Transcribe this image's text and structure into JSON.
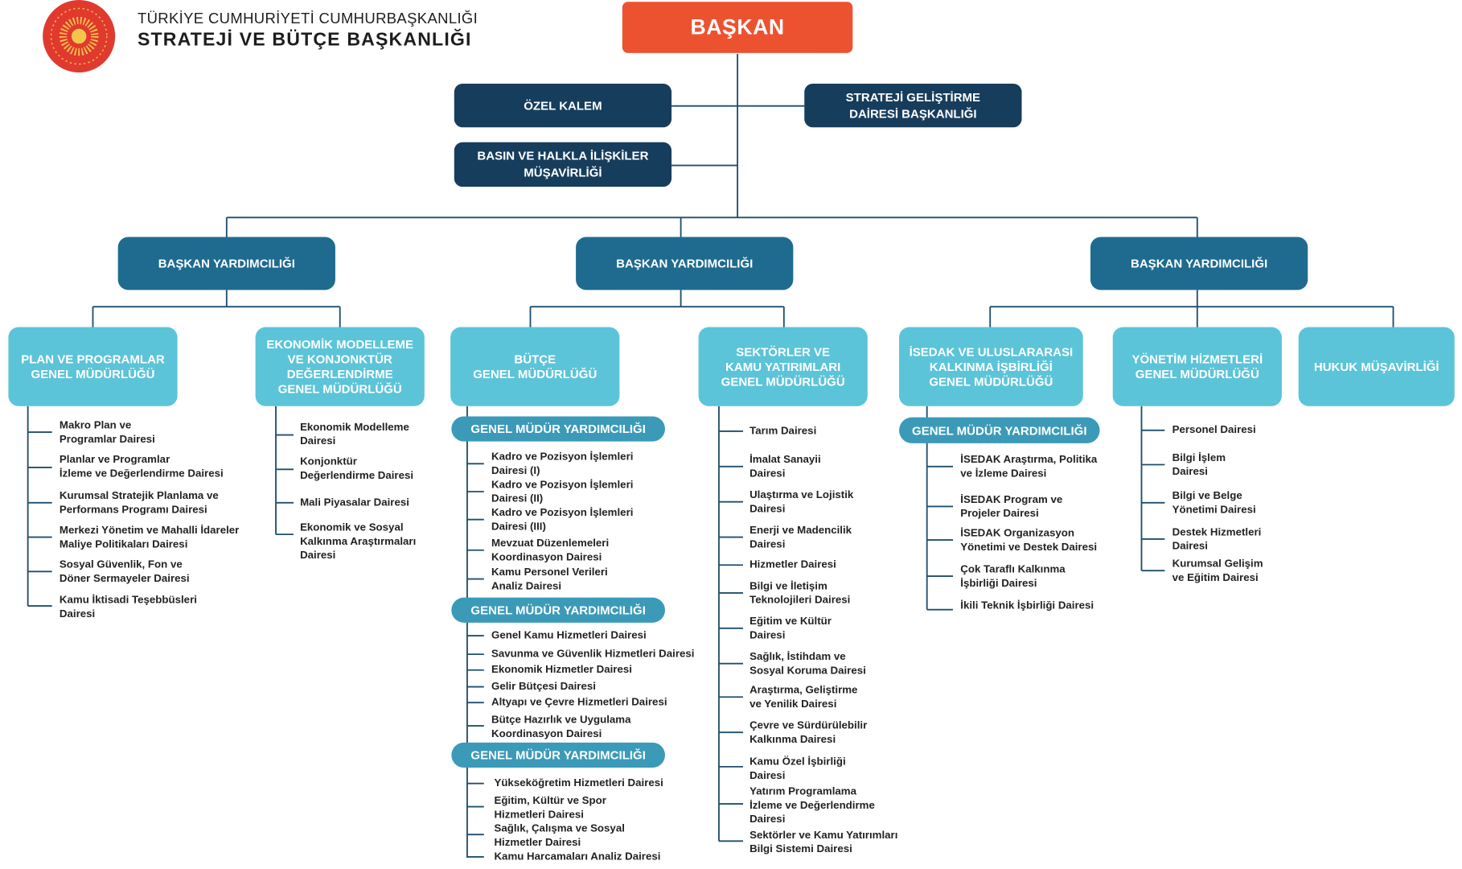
{
  "header": {
    "line1": "TÜRKİYE CUMHURİYETİ CUMHURBAŞKANLIĞI",
    "line2": "STRATEJİ VE BÜTÇE BAŞKANLIĞI"
  },
  "colors": {
    "top": "#ed5230",
    "dark": "#173d5c",
    "mid": "#1f6b8f",
    "light": "#5cc4d8",
    "pill": "#3b9ab8"
  },
  "top": "BAŞKAN",
  "staff": {
    "ozel_kalem": "ÖZEL KALEM",
    "strateji": "STRATEJİ GELİŞTİRME\nDAİRESİ BAŞKANLIĞI",
    "basin": "BASIN VE HALKLA İLİŞKİLER\nMÜŞAVİRLİĞİ"
  },
  "vp": [
    "BAŞKAN YARDIMCILIĞI",
    "BAŞKAN YARDIMCILIĞI",
    "BAŞKAN  YARDIMCILIĞI"
  ],
  "gm": [
    "PLAN VE PROGRAMLAR\nGENEL MÜDÜRLÜĞÜ",
    "EKONOMİK MODELLEME\nVE KONJONKTÜR\nDEĞERLENDİRME\nGENEL MÜDÜRLÜĞÜ",
    "BÜTÇE\nGENEL MÜDÜRLÜĞÜ",
    "SEKTÖRLER VE\nKAMU YATIRIMLARI\nGENEL MÜDÜRLÜĞÜ",
    "İSEDAK VE ULUSLARARASI\nKALKINMA İŞBİRLİĞİ\nGENEL MÜDÜRLÜĞÜ",
    "YÖNETİM HİZMETLERİ\nGENEL MÜDÜRLÜĞÜ",
    "HUKUK MÜŞAVİRLİĞİ"
  ],
  "gmy_label": "GENEL MÜDÜR YARDIMCILIĞI",
  "departments": {
    "plan": [
      "Makro Plan ve\nProgramlar Dairesi",
      "Planlar ve Programlar\nİzleme ve Değerlendirme Dairesi",
      "Kurumsal Stratejik Planlama ve\nPerformans Programı Dairesi",
      "Merkezi Yönetim ve Mahalli İdareler\nMaliye Politikaları Dairesi",
      "Sosyal Güvenlik, Fon ve\nDöner Sermayeler Dairesi",
      "Kamu İktisadi Teşebbüsleri\nDairesi"
    ],
    "ekonomik": [
      "Ekonomik Modelleme\nDairesi",
      "Konjonktür\nDeğerlendirme Dairesi",
      "Mali Piyasalar Dairesi",
      "Ekonomik ve Sosyal\nKalkınma Araştırmaları\nDairesi"
    ],
    "butce1": [
      "Kadro ve Pozisyon İşlemleri\nDairesi  (I)",
      "Kadro ve Pozisyon İşlemleri\nDairesi  (II)",
      "Kadro ve Pozisyon İşlemleri\nDairesi  (III)",
      "Mevzuat Düzenlemeleri\nKoordinasyon Dairesi",
      "Kamu Personel Verileri\nAnaliz Dairesi"
    ],
    "butce2": [
      "Genel Kamu Hizmetleri Dairesi",
      "Savunma ve Güvenlik Hizmetleri Dairesi",
      "Ekonomik Hizmetler Dairesi",
      "Gelir Bütçesi Dairesi",
      "Altyapı ve Çevre Hizmetleri Dairesi",
      "Bütçe Hazırlık ve Uygulama\nKoordinasyon Dairesi"
    ],
    "butce3": [
      "Yükseköğretim Hizmetleri Dairesi",
      "Eğitim, Kültür ve Spor\nHizmetleri Dairesi",
      "Sağlık, Çalışma ve Sosyal\nHizmetler Dairesi",
      "Kamu Harcamaları Analiz Dairesi"
    ],
    "sektor": [
      "Tarım Dairesi",
      "İmalat Sanayii\nDairesi",
      "Ulaştırma ve Lojistik\nDairesi",
      "Enerji ve Madencilik\nDairesi",
      "Hizmetler Dairesi",
      "Bilgi ve İletişim\nTeknolojileri Dairesi",
      "Eğitim ve Kültür\nDairesi",
      "Sağlık, İstihdam ve\nSosyal Koruma Dairesi",
      "Araştırma, Geliştirme\nve Yenilik Dairesi",
      "Çevre ve Sürdürülebilir\nKalkınma Dairesi",
      "Kamu Özel İşbirliği\nDairesi",
      "Yatırım Programlama\nİzleme ve Değerlendirme\nDairesi",
      "Sektörler ve Kamu Yatırımları\nBilgi Sistemi Dairesi"
    ],
    "isedak": [
      "İSEDAK Araştırma, Politika\nve İzleme Dairesi",
      "İSEDAK Program ve\nProjeler Dairesi",
      "İSEDAK Organizasyon\nYönetimi ve Destek Dairesi",
      "Çok Taraflı Kalkınma\nİşbirliği Dairesi",
      "İkili Teknik İşbirliği Dairesi"
    ],
    "yonetim": [
      "Personel Dairesi",
      "Bilgi İşlem\nDairesi",
      "Bilgi ve Belge\nYönetimi Dairesi",
      "Destek Hizmetleri\nDairesi",
      "Kurumsal Gelişim\nve Eğitim Dairesi"
    ]
  }
}
